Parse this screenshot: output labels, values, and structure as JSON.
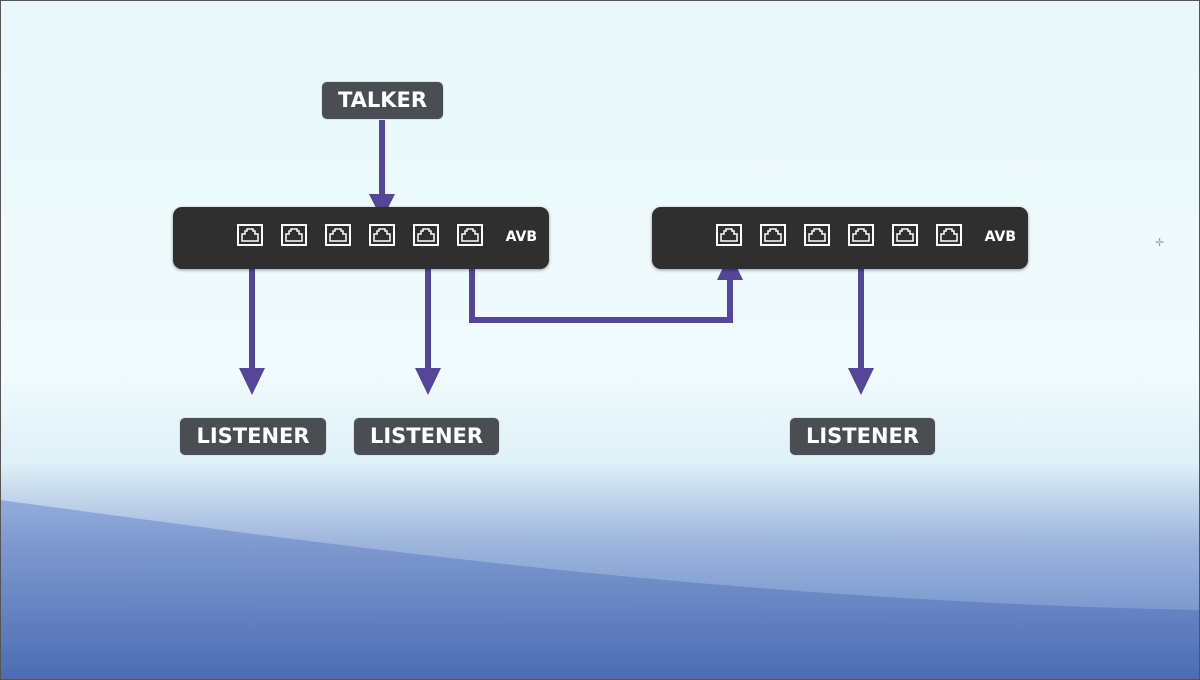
{
  "colors": {
    "wire": "#56469a",
    "switch": "#2f2f2f",
    "label_bg": "#4a4d52",
    "bg_top": "#eefafd",
    "bg_bottom": "#4e6fb5"
  },
  "talker": {
    "label": "TALKER"
  },
  "switches": [
    {
      "label": "AVB",
      "ports": 6
    },
    {
      "label": "AVB",
      "ports": 6
    }
  ],
  "listeners": [
    {
      "label": "LISTENER"
    },
    {
      "label": "LISTENER"
    },
    {
      "label": "LISTENER"
    }
  ],
  "cursor_icon": "crosshair-icon"
}
